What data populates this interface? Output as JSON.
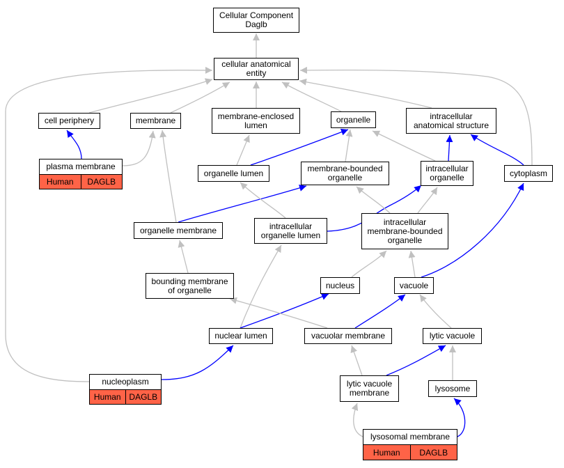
{
  "colors": {
    "is_a_edge": "#c0c0c0",
    "part_of_edge": "#0000ff",
    "annotation_fill": "#ff6347",
    "node_border": "#000000"
  },
  "nodes": {
    "root": "Cellular Component\nDaglb",
    "cellular_anatomical_entity": "cellular anatomical\nentity",
    "cell_periphery": "cell periphery",
    "membrane": "membrane",
    "membrane_enclosed_lumen": "membrane-enclosed\nlumen",
    "organelle": "organelle",
    "intracellular_anatomical_structure": "intracellular\nanatomical structure",
    "plasma_membrane": "plasma membrane",
    "organelle_lumen": "organelle lumen",
    "membrane_bounded_organelle": "membrane-bounded\norganelle",
    "intracellular_organelle": "intracellular\norganelle",
    "cytoplasm": "cytoplasm",
    "organelle_membrane": "organelle membrane",
    "intracellular_organelle_lumen": "intracellular\norganelle lumen",
    "intracellular_membrane_bounded_organelle": "intracellular\nmembrane-bounded\norganelle",
    "bounding_membrane_of_organelle": "bounding membrane\nof organelle",
    "nucleus": "nucleus",
    "vacuole": "vacuole",
    "nuclear_lumen": "nuclear lumen",
    "vacuolar_membrane": "vacuolar membrane",
    "lytic_vacuole": "lytic vacuole",
    "nucleoplasm": "nucleoplasm",
    "lytic_vacuole_membrane": "lytic vacuole\nmembrane",
    "lysosome": "lysosome",
    "lysosomal_membrane": "lysosomal membrane"
  },
  "annotations": {
    "plasma_membrane": {
      "species": "Human",
      "gene": "DAGLB"
    },
    "nucleoplasm": {
      "species": "Human",
      "gene": "DAGLB"
    },
    "lysosomal_membrane": {
      "species": "Human",
      "gene": "DAGLB"
    }
  },
  "edges": [
    {
      "from": "cellular_anatomical_entity",
      "to": "root",
      "type": "is_a"
    },
    {
      "from": "cell_periphery",
      "to": "cellular_anatomical_entity",
      "type": "is_a"
    },
    {
      "from": "membrane",
      "to": "cellular_anatomical_entity",
      "type": "is_a"
    },
    {
      "from": "membrane_enclosed_lumen",
      "to": "cellular_anatomical_entity",
      "type": "is_a"
    },
    {
      "from": "organelle",
      "to": "cellular_anatomical_entity",
      "type": "is_a"
    },
    {
      "from": "intracellular_anatomical_structure",
      "to": "cellular_anatomical_entity",
      "type": "is_a"
    },
    {
      "from": "nucleoplasm",
      "to": "cellular_anatomical_entity",
      "type": "is_a"
    },
    {
      "from": "cytoplasm",
      "to": "cellular_anatomical_entity",
      "type": "is_a"
    },
    {
      "from": "plasma_membrane",
      "to": "cell_periphery",
      "type": "part_of"
    },
    {
      "from": "plasma_membrane",
      "to": "membrane",
      "type": "is_a"
    },
    {
      "from": "organelle_lumen",
      "to": "membrane_enclosed_lumen",
      "type": "is_a"
    },
    {
      "from": "organelle_lumen",
      "to": "organelle",
      "type": "part_of"
    },
    {
      "from": "membrane_bounded_organelle",
      "to": "organelle",
      "type": "is_a"
    },
    {
      "from": "intracellular_organelle",
      "to": "organelle",
      "type": "is_a"
    },
    {
      "from": "intracellular_organelle",
      "to": "intracellular_anatomical_structure",
      "type": "part_of"
    },
    {
      "from": "cytoplasm",
      "to": "intracellular_anatomical_structure",
      "type": "part_of"
    },
    {
      "from": "organelle_membrane",
      "to": "membrane",
      "type": "is_a"
    },
    {
      "from": "organelle_membrane",
      "to": "membrane_bounded_organelle",
      "type": "part_of"
    },
    {
      "from": "intracellular_organelle_lumen",
      "to": "organelle_lumen",
      "type": "is_a"
    },
    {
      "from": "intracellular_organelle_lumen",
      "to": "intracellular_organelle",
      "type": "part_of"
    },
    {
      "from": "intracellular_membrane_bounded_organelle",
      "to": "membrane_bounded_organelle",
      "type": "is_a"
    },
    {
      "from": "intracellular_membrane_bounded_organelle",
      "to": "intracellular_organelle",
      "type": "is_a"
    },
    {
      "from": "bounding_membrane_of_organelle",
      "to": "organelle_membrane",
      "type": "is_a"
    },
    {
      "from": "nucleus",
      "to": "intracellular_membrane_bounded_organelle",
      "type": "is_a"
    },
    {
      "from": "vacuole",
      "to": "intracellular_membrane_bounded_organelle",
      "type": "is_a"
    },
    {
      "from": "vacuole",
      "to": "cytoplasm",
      "type": "part_of"
    },
    {
      "from": "nuclear_lumen",
      "to": "intracellular_organelle_lumen",
      "type": "is_a"
    },
    {
      "from": "nuclear_lumen",
      "to": "nucleus",
      "type": "part_of"
    },
    {
      "from": "vacuolar_membrane",
      "to": "bounding_membrane_of_organelle",
      "type": "is_a"
    },
    {
      "from": "vacuolar_membrane",
      "to": "vacuole",
      "type": "part_of"
    },
    {
      "from": "lytic_vacuole",
      "to": "vacuole",
      "type": "is_a"
    },
    {
      "from": "nucleoplasm",
      "to": "nuclear_lumen",
      "type": "part_of"
    },
    {
      "from": "lytic_vacuole_membrane",
      "to": "vacuolar_membrane",
      "type": "is_a"
    },
    {
      "from": "lytic_vacuole_membrane",
      "to": "lytic_vacuole",
      "type": "part_of"
    },
    {
      "from": "lysosome",
      "to": "lytic_vacuole",
      "type": "is_a"
    },
    {
      "from": "lysosomal_membrane",
      "to": "lytic_vacuole_membrane",
      "type": "is_a"
    },
    {
      "from": "lysosomal_membrane",
      "to": "lysosome",
      "type": "part_of"
    }
  ]
}
